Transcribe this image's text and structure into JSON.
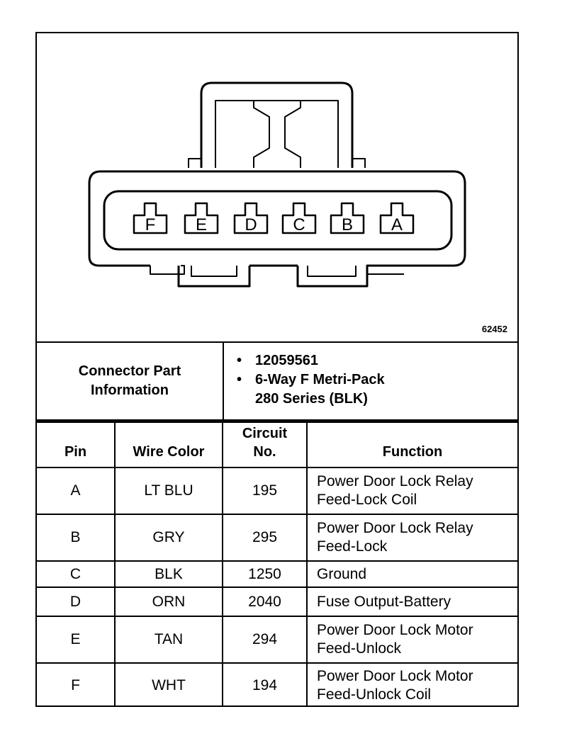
{
  "figure_id": "62452",
  "connector_pins": [
    "F",
    "E",
    "D",
    "C",
    "B",
    "A"
  ],
  "connector_info": {
    "label_line1": "Connector Part",
    "label_line2": "Information",
    "items": [
      {
        "bullet": "•",
        "line1": "12059561",
        "line2": ""
      },
      {
        "bullet": "•",
        "line1": "6-Way F Metri-Pack",
        "line2": "280 Series (BLK)"
      }
    ]
  },
  "table": {
    "headers": {
      "pin": "Pin",
      "wire_color": "Wire Color",
      "circuit_line1": "Circuit",
      "circuit_line2": "No.",
      "function": "Function"
    },
    "rows": [
      {
        "pin": "A",
        "color": "LT BLU",
        "circuit": "195",
        "function_line1": "Power Door Lock Relay",
        "function_line2": "Feed-Lock Coil"
      },
      {
        "pin": "B",
        "color": "GRY",
        "circuit": "295",
        "function_line1": "Power Door Lock Relay",
        "function_line2": "Feed-Lock"
      },
      {
        "pin": "C",
        "color": "BLK",
        "circuit": "1250",
        "function_line1": "Ground",
        "function_line2": ""
      },
      {
        "pin": "D",
        "color": "ORN",
        "circuit": "2040",
        "function_line1": "Fuse Output-Battery",
        "function_line2": ""
      },
      {
        "pin": "E",
        "color": "TAN",
        "circuit": "294",
        "function_line1": "Power Door Lock Motor",
        "function_line2": "Feed-Unlock"
      },
      {
        "pin": "F",
        "color": "WHT",
        "circuit": "194",
        "function_line1": "Power Door Lock Motor",
        "function_line2": "Feed-Unlock Coil"
      }
    ]
  }
}
